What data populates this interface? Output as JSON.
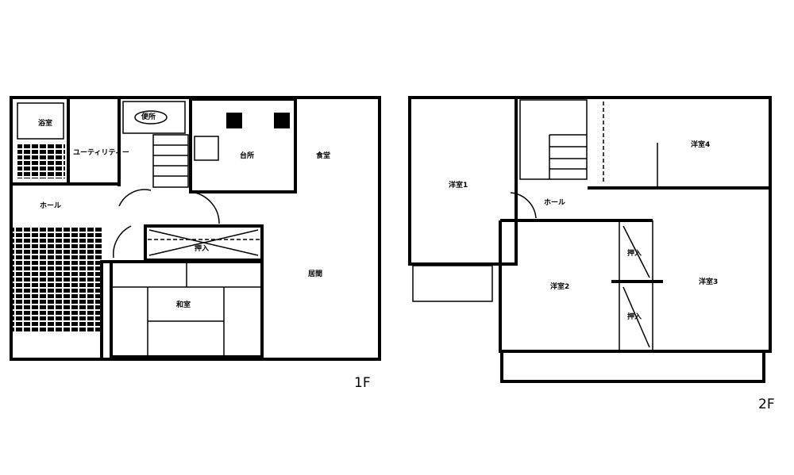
{
  "floors": [
    {
      "label": "1F",
      "rooms": [
        {
          "id": "bath",
          "label": "浴室"
        },
        {
          "id": "utility",
          "label": "ユーティリティー"
        },
        {
          "id": "toilet",
          "label": "便所"
        },
        {
          "id": "kitchen",
          "label": "台所"
        },
        {
          "id": "dining",
          "label": "食堂"
        },
        {
          "id": "hall",
          "label": "ホール"
        },
        {
          "id": "closet",
          "label": "押入"
        },
        {
          "id": "japanese-room",
          "label": "和室"
        },
        {
          "id": "living",
          "label": "居間"
        }
      ]
    },
    {
      "label": "2F",
      "rooms": [
        {
          "id": "western-room-1",
          "label": "洋室1"
        },
        {
          "id": "western-room-2",
          "label": "洋室2"
        },
        {
          "id": "western-room-3",
          "label": "洋室3"
        },
        {
          "id": "western-room-4",
          "label": "洋室4"
        },
        {
          "id": "hall",
          "label": "ホール"
        },
        {
          "id": "closet-a",
          "label": "押入"
        },
        {
          "id": "closet-b",
          "label": "押入"
        }
      ]
    }
  ],
  "colors": {
    "line": "#000000",
    "background": "#ffffff"
  }
}
